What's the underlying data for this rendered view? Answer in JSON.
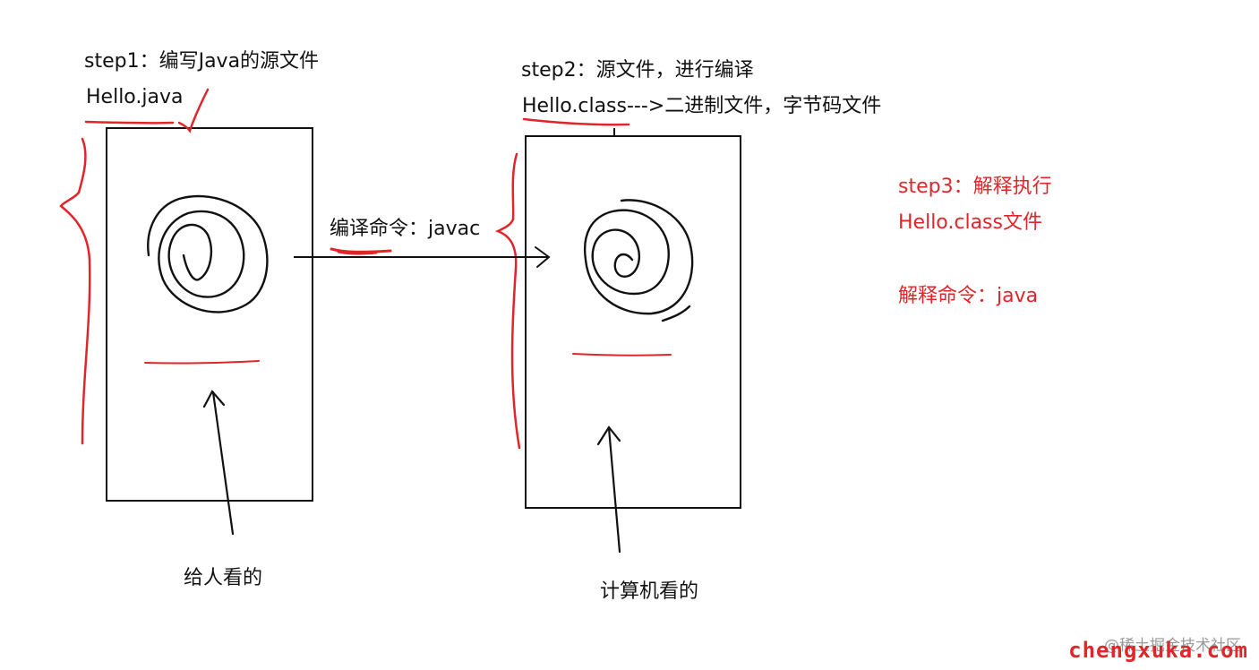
{
  "step1": {
    "title": "step1：编写Java的源文件",
    "file": "Hello.java"
  },
  "step2": {
    "title": "step2：源文件，进行编译",
    "file": "Hello.class",
    "desc": "--->二进制文件，字节码文件"
  },
  "compile_command": "编译命令：javac",
  "step3": {
    "title": "step3：解释执行",
    "file": "Hello.class文件",
    "command": "解释命令：java"
  },
  "human_label": "给人看的",
  "computer_label": "计算机看的",
  "watermark": {
    "community": "@稀土掘金技术社区",
    "site": "chengxuka.com"
  },
  "colors": {
    "ink": "#111111",
    "accent": "#e0262b"
  },
  "icons": [
    "source-scribble-icon",
    "bytecode-scribble-icon",
    "arrow-right-icon",
    "arrow-up-icon"
  ]
}
